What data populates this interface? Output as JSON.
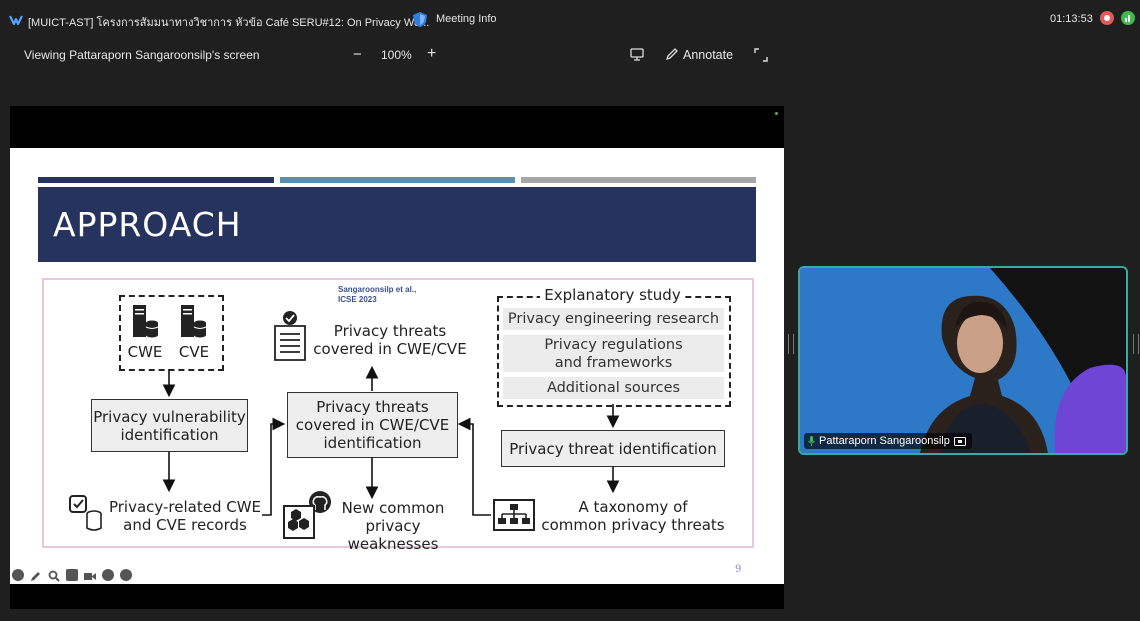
{
  "window": {
    "title": "[MUICT-AST] โครงการสัมมนาทางวิชาการ หัวข้อ Café SERU#12: On Privacy We...",
    "meeting_info": "Meeting Info",
    "timer": "01:13:53"
  },
  "toolbar": {
    "viewing_label": "Viewing Pattaraporn Sangaroonsilp's screen",
    "zoom_minus": "−",
    "zoom_level": "100%",
    "zoom_plus": "+",
    "annotate_label": "Annotate"
  },
  "slide": {
    "heading": "APPROACH",
    "page_number": "9",
    "citation_line1": "Sangaroonsilp et al.,",
    "citation_line2": "ICSE 2023",
    "cwe_label": "CWE",
    "cve_label": "CVE",
    "vuln_id_line1": "Privacy vulnerability",
    "vuln_id_line2": "identification",
    "records_line1": "Privacy-related CWE",
    "records_line2": "and CVE records",
    "covered_top_line1": "Privacy threats",
    "covered_top_line2": "covered in CWE/CVE",
    "covered_mid_line1": "Privacy threats",
    "covered_mid_line2": "covered in CWE/CVE",
    "covered_mid_line3": "identification",
    "new_common_line1": "New common",
    "new_common_line2": "privacy weaknesses",
    "explanatory_title": "Explanatory study",
    "src_research": "Privacy engineering research",
    "src_regulations_line1": "Privacy regulations",
    "src_regulations_line2": "and frameworks",
    "src_additional": "Additional sources",
    "threat_id": "Privacy threat identification",
    "taxonomy_line1": "A taxonomy of",
    "taxonomy_line2": "common privacy threats",
    "bar_colors": [
      "#26335e",
      "#5b8fb0",
      "#a6a6a6"
    ]
  },
  "video": {
    "participant_name": "Pattaraporn Sangaroonsilp"
  },
  "colors": {
    "header_band": "#26335e",
    "video_border": "#3ea8a0",
    "record_red": "#e05a5a",
    "signal_green": "#3fb950"
  }
}
